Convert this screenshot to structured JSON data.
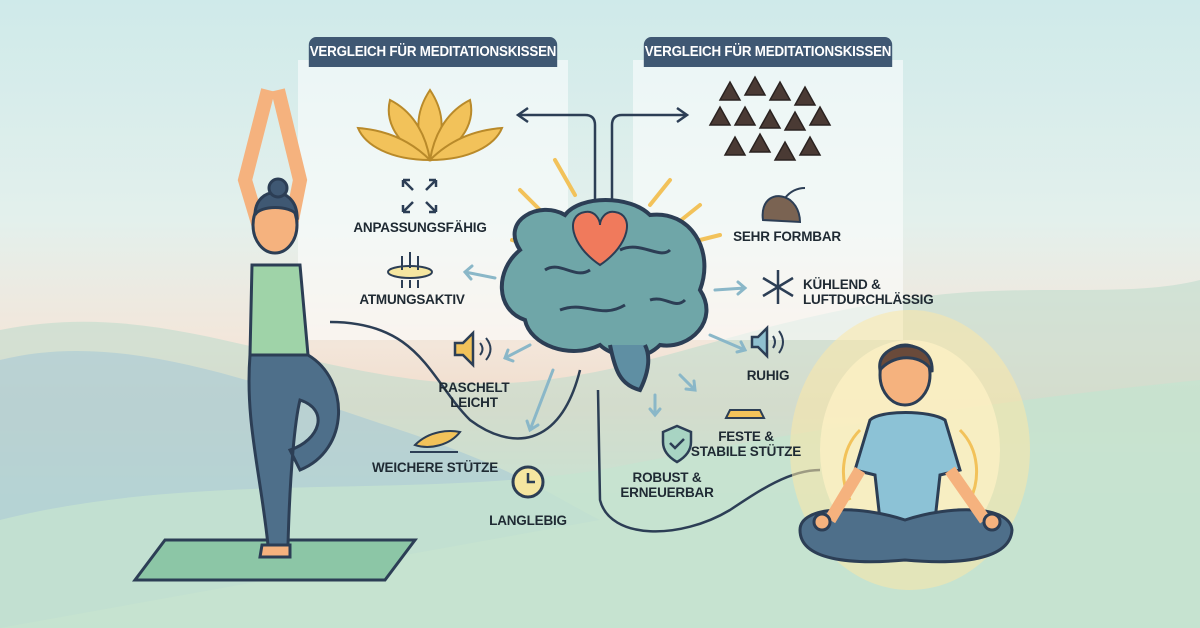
{
  "panels": [
    {
      "title": "VERGLEICH FÜR MEDITATIONSKISSEN"
    },
    {
      "title": "VERGLEICH FÜR MEDITATIONSKISSEN"
    }
  ],
  "left_features": {
    "adaptable": "ANPASSUNGSFÄHIG",
    "breathable": "ATMUNGSAKTIV",
    "rustle_1": "RASCHELT",
    "rustle_2": "LEICHT",
    "softer": "WEICHERE STÜTZE",
    "durable": "LANGLEBIG"
  },
  "right_features": {
    "moldable": "SEHR FORMBAR",
    "cooling_1": "KÜHLEND &",
    "cooling_2": "LUFTDURCHLÄSSIG",
    "quiet": "RUHIG",
    "firm_1": "FESTE &",
    "firm_2": "STABILE STÜTZE",
    "robust_1": "ROBUST &",
    "robust_2": "ERNEUERBAR"
  },
  "colors": {
    "header": "#3f5873",
    "brain": "#6fa6a8",
    "heart": "#f07a5c",
    "accent": "#f2c25a",
    "outline": "#2c3e55"
  }
}
